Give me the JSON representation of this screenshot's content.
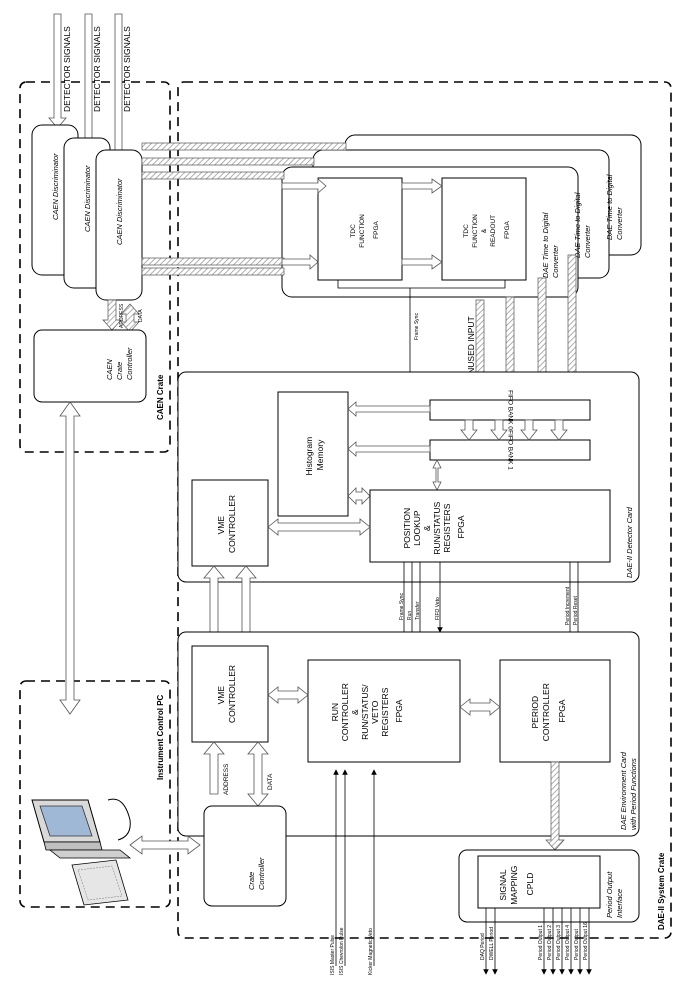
{
  "labels": {
    "detector_signals": "DETECTOR SIGNALS",
    "caen_crate": "CAEN Crate",
    "caen_discriminator": "CAEN Discriminator",
    "caen_controller": [
      "CAEN",
      "Crate",
      "Controller"
    ],
    "address": "ADDRESS",
    "data": "DATA",
    "dae_system_crate": "DAE-II System Crate",
    "tdc_converter": [
      "DAE Time to Digital",
      "Converter"
    ],
    "tdc_fpga1": [
      "TDC",
      "FUNCTION",
      "FPGA"
    ],
    "tdc_fpga2": [
      "TDC",
      "FUNCTION",
      "&",
      "READOUT",
      "FPGA"
    ],
    "frame_sync": "Frame Sync",
    "unused_input": "UNUSED INPUT",
    "fifo_bank0": "FIFO BANK 0",
    "fifo_bank1": "FIFO BANK 1",
    "histogram_memory": [
      "Histogram",
      "Memory"
    ],
    "vme_controller": [
      "VME",
      "CONTROLLER"
    ],
    "position_lookup": [
      "POSITION",
      "LOOKUP",
      "&",
      "RUN/STATUS",
      "REGISTERS",
      "FPGA"
    ],
    "detector_card": "DAE-II Detector Card",
    "detector_card_signals": [
      "Frame Sync",
      "Run",
      "Transfer",
      "FIFO Veto"
    ],
    "period_signals": [
      "Period Increment",
      "Period Reset"
    ],
    "run_controller": [
      "RUN",
      "CONTROLLER",
      "&",
      "RUN/STATUS/",
      "VETO",
      "REGISTERS",
      "FPGA"
    ],
    "period_controller": [
      "PERIOD",
      "CONTROLLER",
      "FPGA"
    ],
    "environment_card": [
      "DAE Environment Card",
      "with Period Functions"
    ],
    "instrument_pc": "Instrument Control PC",
    "crate_controller": [
      "Crate",
      "Controller"
    ],
    "signal_mapping": [
      "SIGNAL",
      "MAPPING",
      "CPLD"
    ],
    "period_output_interface": [
      "Period Output",
      "Interface"
    ],
    "inputs": [
      "ISIS Master Pulse",
      "ISIS Chevrolon Pulse",
      "Kicker Magnetic Veto"
    ],
    "outputs": [
      "DAQ Period",
      "DWELL Period",
      "Period Output 1",
      "Period Output 2",
      "Period Output 3",
      "Period Output 4",
      "Period Output",
      "Period Output 16"
    ]
  }
}
